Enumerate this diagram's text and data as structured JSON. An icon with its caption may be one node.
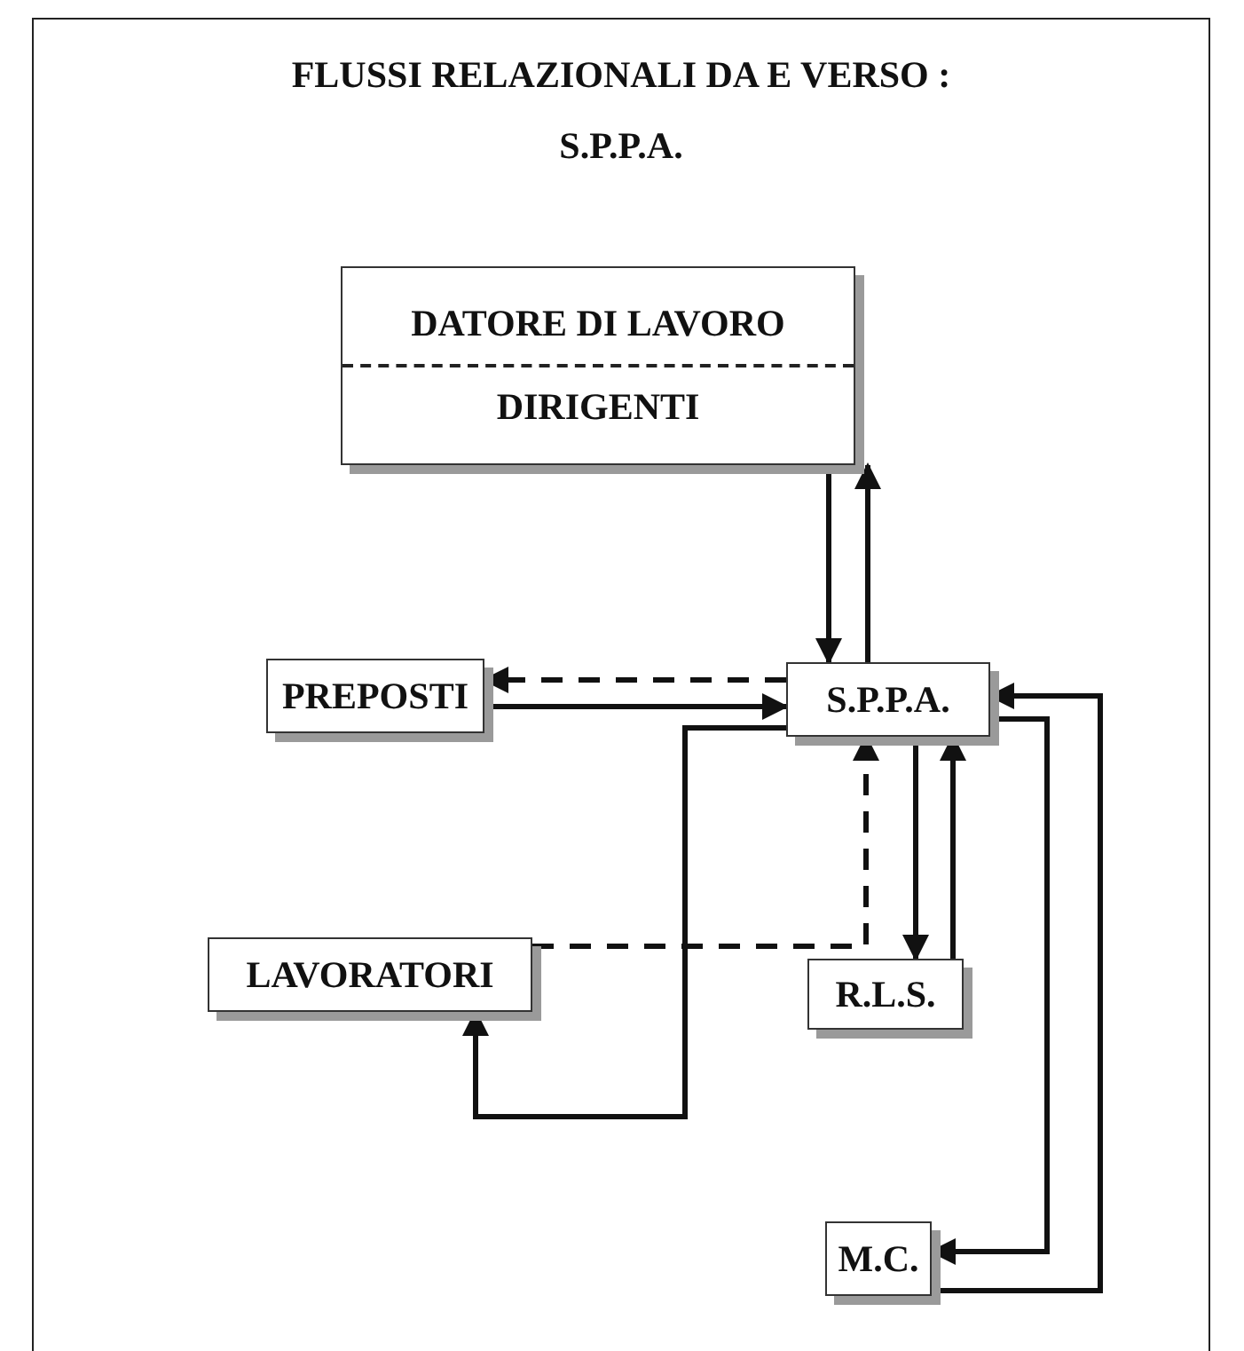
{
  "diagram": {
    "title": "FLUSSI RELAZIONALI DA E VERSO : S.P.P.A.",
    "nodes": [
      {
        "text": [
          "DATORE DI LAVORO",
          "DIRIGENTI"
        ]
      },
      {
        "text": [
          "PREPOSTI"
        ]
      },
      {
        "text": [
          "S.P.P.A."
        ]
      },
      {
        "text": [
          "LAVORATORI"
        ]
      },
      {
        "text": [
          "R.L.S."
        ]
      },
      {
        "text": [
          "M.C."
        ]
      }
    ],
    "edges": [
      {
        "from": 0,
        "to": 2,
        "arrow": "to"
      },
      {
        "from": 2,
        "to": 0,
        "arrow": "to"
      },
      {
        "from": 2,
        "to": 1,
        "arrow": "to",
        "style": "dashed"
      },
      {
        "from": 1,
        "to": 2,
        "arrow": "to"
      },
      {
        "from": 2,
        "to": 3,
        "arrow": "to"
      },
      {
        "from": 3,
        "to": 2,
        "arrow": "to",
        "style": "dashed"
      },
      {
        "from": 2,
        "to": 4,
        "arrow": "to"
      },
      {
        "from": 4,
        "to": 2,
        "arrow": "to"
      },
      {
        "from": 2,
        "to": 5,
        "arrow": "to"
      },
      {
        "from": 5,
        "to": 2,
        "arrow": "to"
      }
    ]
  }
}
